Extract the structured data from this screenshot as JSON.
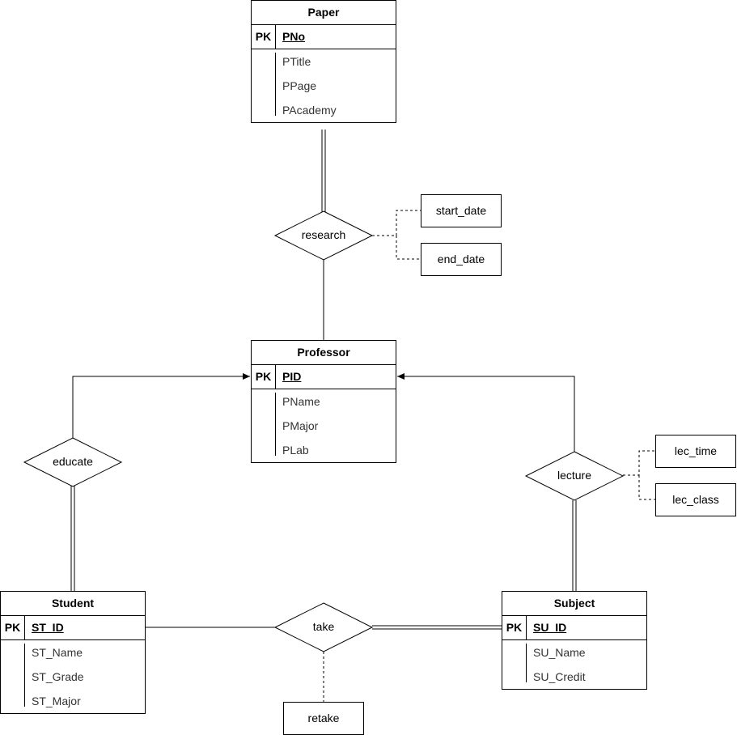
{
  "entities": {
    "paper": {
      "title": "Paper",
      "pk_label": "PK",
      "pk": "PNo",
      "attrs": [
        "PTitle",
        "PPage",
        "PAcademy"
      ]
    },
    "professor": {
      "title": "Professor",
      "pk_label": "PK",
      "pk": "PID",
      "attrs": [
        "PName",
        "PMajor",
        "PLab"
      ]
    },
    "student": {
      "title": "Student",
      "pk_label": "PK",
      "pk": "ST_ID",
      "attrs": [
        "ST_Name",
        "ST_Grade",
        "ST_Major"
      ]
    },
    "subject": {
      "title": "Subject",
      "pk_label": "PK",
      "pk": "SU_ID",
      "attrs": [
        "SU_Name",
        "SU_Credit"
      ]
    }
  },
  "relationships": {
    "research": "research",
    "educate": "educate",
    "lecture": "lecture",
    "take": "take"
  },
  "relationship_attributes": {
    "start_date": "start_date",
    "end_date": "end_date",
    "lec_time": "lec_time",
    "lec_class": "lec_class",
    "retake": "retake"
  }
}
